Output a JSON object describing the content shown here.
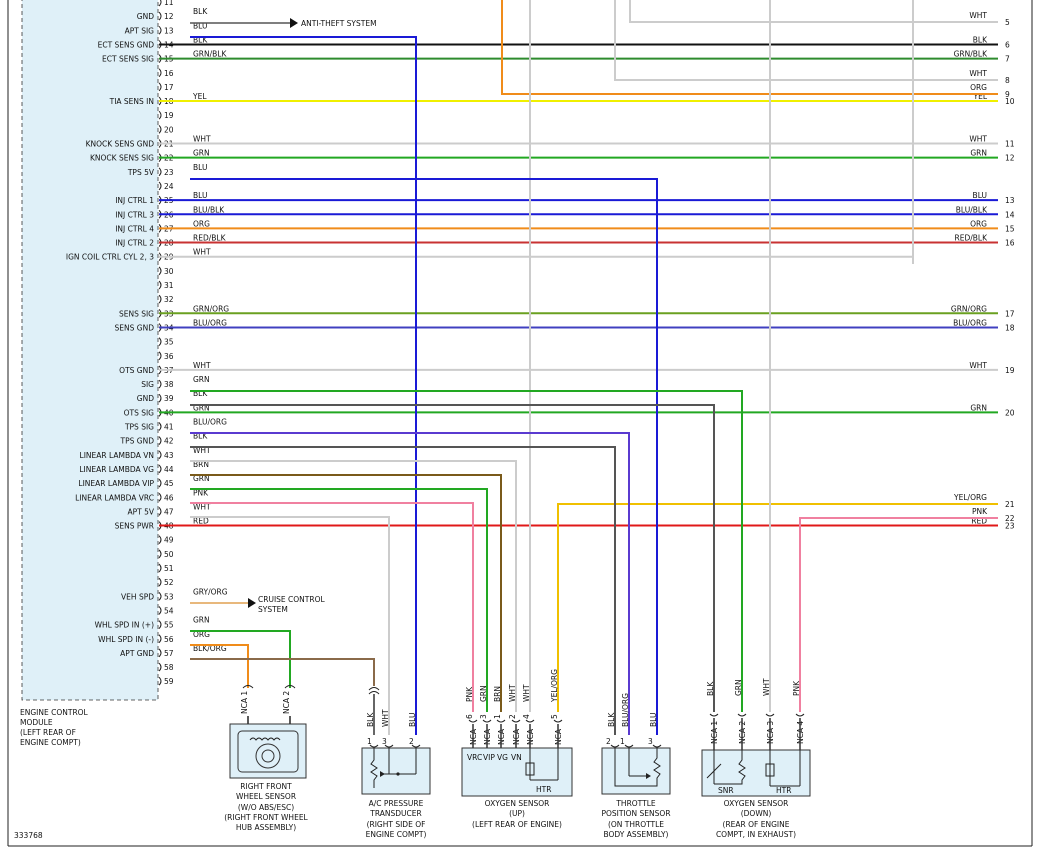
{
  "module": {
    "name_lines": [
      "ENGINE CONTROL",
      "MODULE",
      "(LEFT REAR OF",
      "ENGINE COMPT)"
    ],
    "pins": [
      {
        "pin": "11",
        "label": ""
      },
      {
        "pin": "12",
        "label": "GND",
        "color_name": "BLK",
        "color": "#111111",
        "arrow_to": "ANTI-THEFT SYSTEM"
      },
      {
        "pin": "13",
        "label": "APT SIG",
        "color_name": "BLU",
        "color": "#1a1ad6"
      },
      {
        "pin": "14",
        "label": "ECT SENS GND",
        "color_name": "BLK",
        "color": "#111111",
        "right_label": "BLK",
        "right_num": "6"
      },
      {
        "pin": "15",
        "label": "ECT SENS SIG",
        "color_name": "GRN/BLK",
        "color": "#2e8b2e",
        "right_label": "GRN/BLK",
        "right_num": "7"
      },
      {
        "pin": "16",
        "label": ""
      },
      {
        "pin": "17",
        "label": ""
      },
      {
        "pin": "18",
        "label": "TIA SENS IN",
        "color_name": "YEL",
        "color": "#f0f000",
        "right_label": "YEL",
        "right_num": "10"
      },
      {
        "pin": "19",
        "label": ""
      },
      {
        "pin": "20",
        "label": ""
      },
      {
        "pin": "21",
        "label": "KNOCK SENS GND",
        "color_name": "WHT",
        "color": "#cccccc",
        "right_label": "WHT",
        "right_num": "11"
      },
      {
        "pin": "22",
        "label": "KNOCK SENS SIG",
        "color_name": "GRN",
        "color": "#22a822",
        "right_label": "GRN",
        "right_num": "12"
      },
      {
        "pin": "23",
        "label": "TPS 5V",
        "color_name": "BLU",
        "color": "#1a1ad6"
      },
      {
        "pin": "24",
        "label": ""
      },
      {
        "pin": "25",
        "label": "INJ CTRL 1",
        "color_name": "BLU",
        "color": "#1a1ad6",
        "right_label": "BLU",
        "right_num": "13"
      },
      {
        "pin": "26",
        "label": "INJ CTRL 3",
        "color_name": "BLU/BLK",
        "color": "#1a1ad6",
        "right_label": "BLU/BLK",
        "right_num": "14"
      },
      {
        "pin": "27",
        "label": "INJ CTRL 4",
        "color_name": "ORG",
        "color": "#f08c1a",
        "right_label": "ORG",
        "right_num": "15"
      },
      {
        "pin": "28",
        "label": "INJ CTRL 2",
        "color_name": "RED/BLK",
        "color": "#c83232",
        "right_label": "RED/BLK",
        "right_num": "16"
      },
      {
        "pin": "29",
        "label": "IGN COIL CTRL CYL 2, 3",
        "color_name": "WHT",
        "color": "#cccccc"
      },
      {
        "pin": "30",
        "label": ""
      },
      {
        "pin": "31",
        "label": ""
      },
      {
        "pin": "32",
        "label": ""
      },
      {
        "pin": "33",
        "label": "SENS SIG",
        "color_name": "GRN/ORG",
        "color": "#6aa020",
        "right_label": "GRN/ORG",
        "right_num": "17"
      },
      {
        "pin": "34",
        "label": "SENS GND",
        "color_name": "BLU/ORG",
        "color": "#4040c0",
        "right_label": "BLU/ORG",
        "right_num": "18"
      },
      {
        "pin": "35",
        "label": ""
      },
      {
        "pin": "36",
        "label": ""
      },
      {
        "pin": "37",
        "label": "OTS GND",
        "color_name": "WHT",
        "color": "#cccccc",
        "right_label": "WHT",
        "right_num": "19"
      },
      {
        "pin": "38",
        "label": "SIG",
        "color_name": "GRN",
        "color": "#22a822"
      },
      {
        "pin": "39",
        "label": "GND",
        "color_name": "BLK",
        "color": "#555555"
      },
      {
        "pin": "40",
        "label": "OTS SIG",
        "color_name": "GRN",
        "color": "#22a822",
        "right_label": "GRN",
        "right_num": "20"
      },
      {
        "pin": "41",
        "label": "TPS SIG",
        "color_name": "BLU/ORG",
        "color": "#5a3ad0"
      },
      {
        "pin": "42",
        "label": "TPS GND",
        "color_name": "BLK",
        "color": "#555555"
      },
      {
        "pin": "43",
        "label": "LINEAR LAMBDA VN",
        "color_name": "WHT",
        "color": "#cccccc"
      },
      {
        "pin": "44",
        "label": "LINEAR LAMBDA VG",
        "color_name": "BRN",
        "color": "#7a5a1a"
      },
      {
        "pin": "45",
        "label": "LINEAR LAMBDA VIP",
        "color_name": "GRN",
        "color": "#22a822"
      },
      {
        "pin": "46",
        "label": "LINEAR LAMBDA VRC",
        "color_name": "PNK",
        "color": "#f080a0"
      },
      {
        "pin": "47",
        "label": "APT 5V",
        "color_name": "WHT",
        "color": "#cccccc"
      },
      {
        "pin": "48",
        "label": "SENS PWR",
        "color_name": "RED",
        "color": "#e01818",
        "right_label": "RED",
        "right_num": "23"
      },
      {
        "pin": "49",
        "label": ""
      },
      {
        "pin": "50",
        "label": ""
      },
      {
        "pin": "51",
        "label": ""
      },
      {
        "pin": "52",
        "label": ""
      },
      {
        "pin": "53",
        "label": "VEH SPD",
        "color_name": "GRY/ORG",
        "color": "#e0a050",
        "arrow_to": "CRUISE CONTROL SYSTEM"
      },
      {
        "pin": "54",
        "label": ""
      },
      {
        "pin": "55",
        "label": "WHL SPD IN (+)",
        "color_name": "GRN",
        "color": "#22a822"
      },
      {
        "pin": "56",
        "label": "WHL SPD IN (-)",
        "color_name": "ORG",
        "color": "#f08c1a"
      },
      {
        "pin": "57",
        "label": "APT GND",
        "color_name": "BLK/ORG",
        "color": "#8a6a4a"
      },
      {
        "pin": "58",
        "label": ""
      },
      {
        "pin": "59",
        "label": ""
      }
    ]
  },
  "right_offpage": [
    {
      "label": "WHT",
      "num": "5",
      "color": "#cccccc"
    },
    {
      "label": "WHT",
      "num": "8",
      "color": "#cccccc"
    },
    {
      "label": "ORG",
      "num": "9",
      "color": "#f08c1a"
    },
    {
      "label": "YEL/ORG",
      "num": "21",
      "color": "#f0c000"
    },
    {
      "label": "PNK",
      "num": "22",
      "color": "#f080a0"
    }
  ],
  "arrow_labels": {
    "anti_theft": "ANTI-THEFT SYSTEM",
    "cruise_line1": "CRUISE CONTROL",
    "cruise_line2": "SYSTEM"
  },
  "components": {
    "wheel_sensor": {
      "caption": [
        "RIGHT FRONT",
        "WHEEL SENSOR",
        "(W/O ABS/ESC)",
        "(RIGHT FRONT WHEEL",
        "HUB ASSEMBLY)"
      ],
      "pins": [
        {
          "pin": "NCA 1",
          "wire": ""
        },
        {
          "pin": "NCA 2",
          "wire": ""
        }
      ]
    },
    "ac_pressure": {
      "caption": [
        "A/C PRESSURE",
        "TRANSDUCER",
        "(RIGHT SIDE OF",
        "ENGINE COMPT)"
      ],
      "pins": [
        {
          "pin": "1",
          "wire": "BLK"
        },
        {
          "pin": "3",
          "wire": "WHT"
        },
        {
          "pin": "2",
          "wire": "BLU"
        }
      ]
    },
    "o2_up": {
      "caption": [
        "OXYGEN SENSOR",
        "(UP)",
        "(LEFT REAR OF ENGINE)"
      ],
      "pins": [
        {
          "pin": "6",
          "wire": "PNK",
          "nca": "NCA",
          "term": "VRC"
        },
        {
          "pin": "3",
          "wire": "GRN",
          "nca": "NCA",
          "term": "VIP"
        },
        {
          "pin": "1",
          "wire": "BRN",
          "nca": "NCA",
          "term": "VG"
        },
        {
          "pin": "2",
          "wire": "WHT",
          "nca": "NCA",
          "term": "VN"
        },
        {
          "pin": "4",
          "wire": "WHT",
          "nca": "NCA",
          "term": ""
        },
        {
          "pin": "5",
          "wire": "YEL/ORG",
          "nca": "NCA",
          "term": ""
        }
      ],
      "htr": "HTR"
    },
    "tps": {
      "caption": [
        "THROTTLE",
        "POSITION SENSOR",
        "(ON THROTTLE",
        "BODY ASSEMBLY)"
      ],
      "pins": [
        {
          "pin": "2",
          "wire": "BLK"
        },
        {
          "pin": "1",
          "wire": "BLU/ORG"
        },
        {
          "pin": "3",
          "wire": "BLU"
        }
      ]
    },
    "o2_down": {
      "caption": [
        "OXYGEN SENSOR",
        "(DOWN)",
        "(REAR OF ENGINE",
        "COMPT, IN EXHAUST)"
      ],
      "pins": [
        {
          "pin": "NCA 1",
          "wire": "BLK"
        },
        {
          "pin": "NCA 2",
          "wire": "GRN"
        },
        {
          "pin": "NCA 3",
          "wire": "WHT"
        },
        {
          "pin": "NCA 4",
          "wire": "PNK"
        }
      ],
      "snr": "SNR",
      "htr": "HTR"
    }
  },
  "footer": {
    "diagram_id": "333768"
  }
}
